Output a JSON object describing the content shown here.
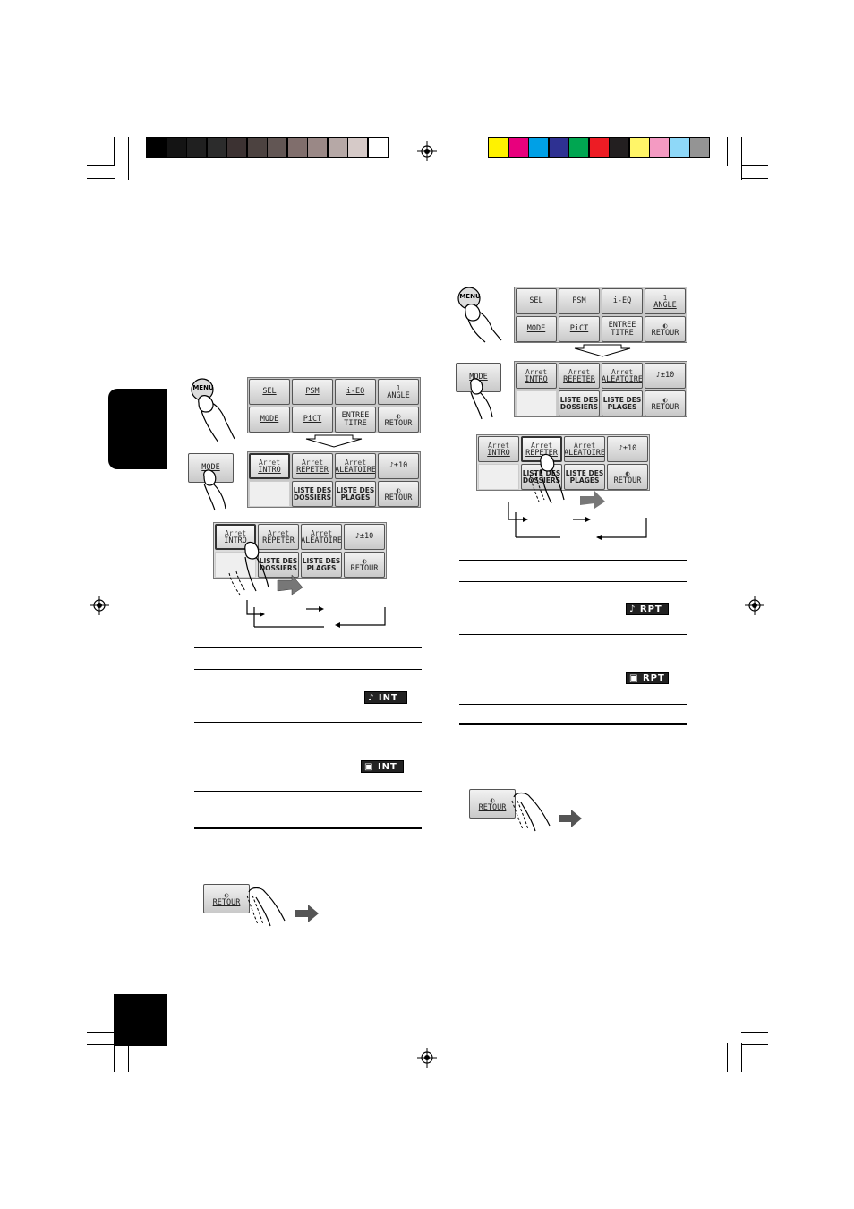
{
  "colors": {
    "grayscale_bar": [
      "#000000",
      "#141414",
      "#202020",
      "#2c2c2c",
      "#3c3232",
      "#4c4240",
      "#625654",
      "#806e6c",
      "#9a8886",
      "#b6a8a6",
      "#d6cac8",
      "#ffffff"
    ],
    "color_bar": [
      "#fff200",
      "#e8007d",
      "#00a0e6",
      "#2e3192",
      "#00a651",
      "#ed1c24",
      "#231f20",
      "#fff568",
      "#f49ac2",
      "#8ed8f8",
      "#949494"
    ]
  },
  "menu_panel": {
    "menu_label": "MENU",
    "row1": [
      {
        "label": "SEL"
      },
      {
        "label": "PSM"
      },
      {
        "label": "i-EQ"
      },
      {
        "top": "1",
        "label": "ANGLE"
      }
    ],
    "row2": [
      {
        "label": "MODE"
      },
      {
        "label": "PiCT"
      },
      {
        "top": "ENTREE",
        "label": "TITRE"
      },
      {
        "label": "RETOUR"
      }
    ]
  },
  "mode_button": "MODE",
  "mode_panel": {
    "row1": [
      {
        "top": "Arret",
        "label": "INTRO"
      },
      {
        "top": "Arret",
        "label": "REPETER"
      },
      {
        "top": "Arret",
        "label": "ALEATOIRE"
      },
      {
        "label": "♪±10"
      }
    ],
    "row2": [
      {
        "top": "LISTE DES",
        "label": "DOSSIERS"
      },
      {
        "top": "LISTE DES",
        "label": "PLAGES"
      },
      {
        "label": "RETOUR"
      }
    ]
  },
  "left_column": {
    "indicator_track_intro": "♪ INT",
    "indicator_folder_intro": "INT"
  },
  "right_column": {
    "indicator_track_repeat": "♪ RPT",
    "indicator_folder_repeat": "RPT"
  },
  "retour_button": "RETOUR"
}
